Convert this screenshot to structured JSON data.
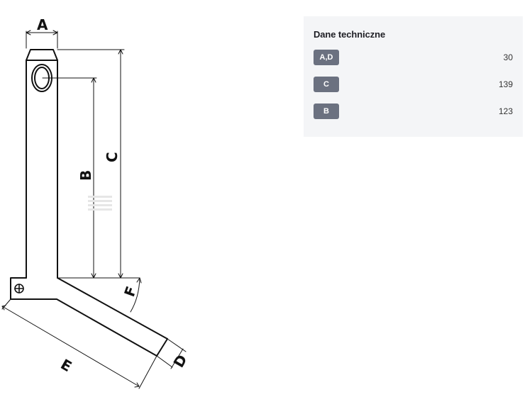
{
  "drawing": {
    "labels": {
      "a": "A",
      "b": "B",
      "c": "C",
      "d": "D",
      "e": "E",
      "f": "F"
    },
    "line_color": "#111111"
  },
  "spec_table": {
    "title": "Dane techniczne",
    "rows": [
      {
        "key": "A,D",
        "value": "30"
      },
      {
        "key": "C",
        "value": "139"
      },
      {
        "key": "B",
        "value": "123"
      }
    ],
    "badge_color": "#6b7180",
    "panel_color": "#f4f5f7"
  }
}
